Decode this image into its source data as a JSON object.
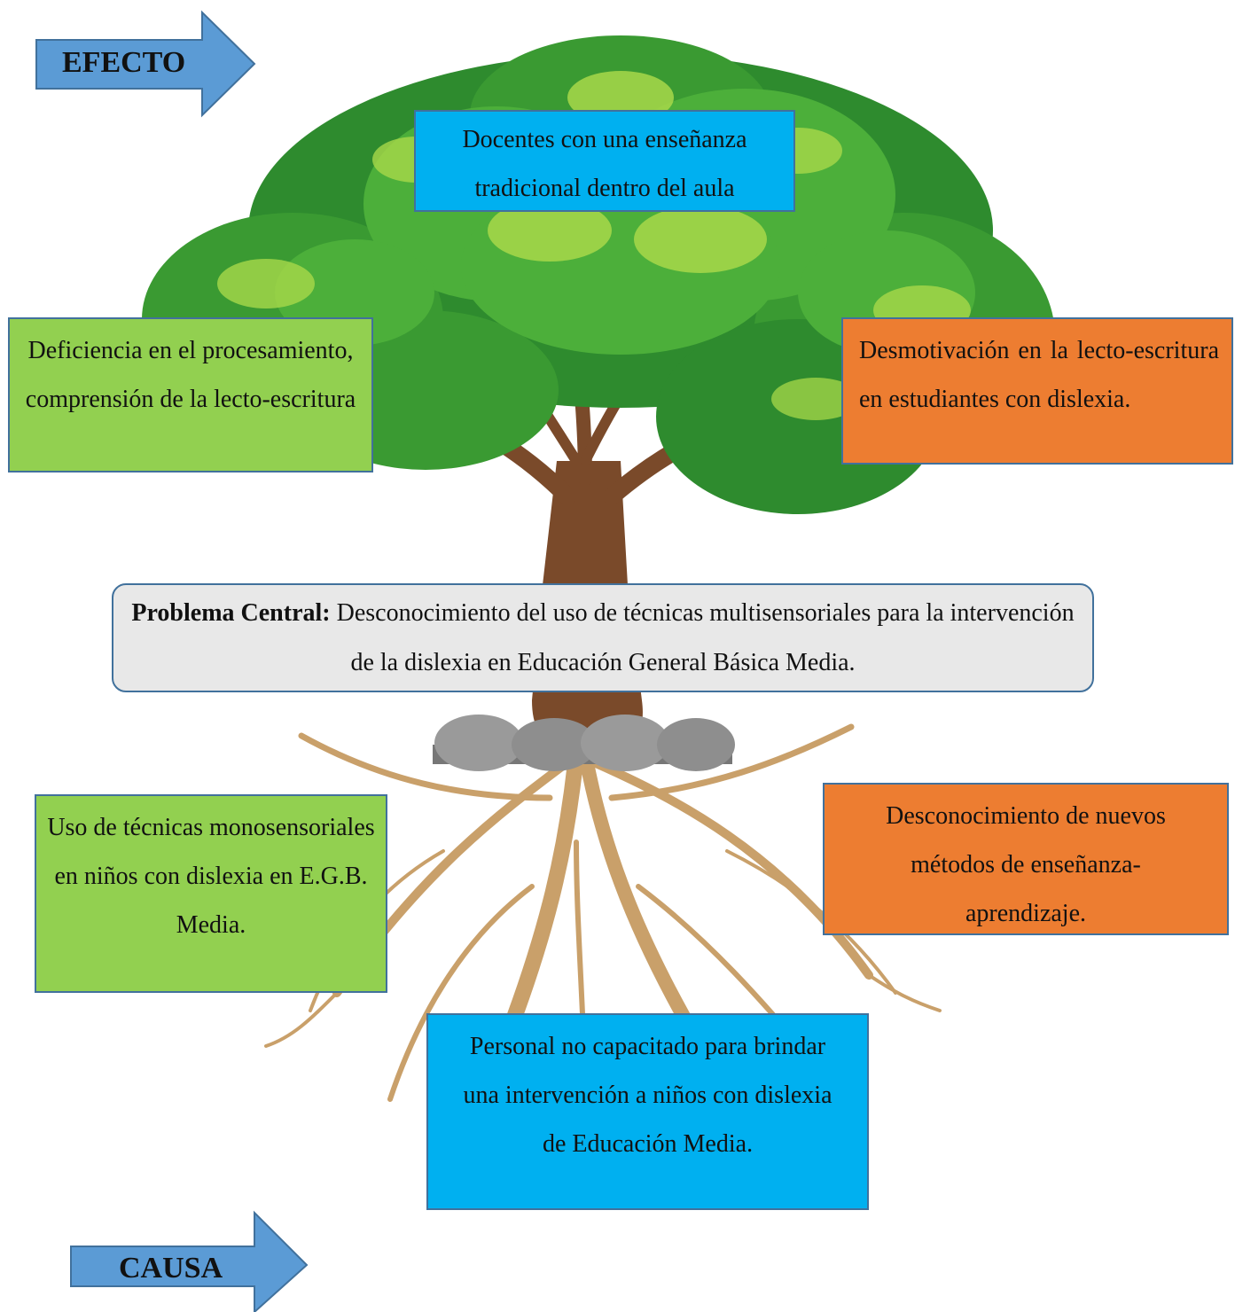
{
  "arrows": {
    "effect": {
      "label": "EFECTO",
      "color": "#5b9bd5"
    },
    "cause": {
      "label": "CAUSA",
      "color": "#5b9bd5"
    }
  },
  "effects": [
    {
      "text": "Docentes con una enseñanza tradicional dentro del aula",
      "color": "#00b0f0"
    },
    {
      "text": "Deficiencia en el procesamiento, comprensión de la lecto-escritura",
      "color": "#92d050"
    },
    {
      "text": "Desmotivación en la lecto-escritura en estudiantes con dislexia.",
      "color": "#ed7d31"
    }
  ],
  "central_problem": {
    "label": "Problema Central:",
    "text": "Desconocimiento del uso de técnicas multisensoriales para la intervención de la dislexia en Educación General Básica Media.",
    "color": "#e8e8e8"
  },
  "causes": [
    {
      "text": "Uso de técnicas monosensoriales en niños con dislexia en E.G.B. Media.",
      "color": "#92d050"
    },
    {
      "text": "Desconocimiento de nuevos métodos de enseñanza-aprendizaje.",
      "color": "#ed7d31"
    },
    {
      "text": "Personal no capacitado para brindar una intervención a niños con dislexia de Educación Media.",
      "color": "#00b0f0"
    }
  ],
  "colors": {
    "foliage_dark": "#2e8b2e",
    "foliage_mid": "#4caf3a",
    "foliage_light": "#a8d84a",
    "trunk": "#7a4a2a",
    "roots": "#c9a06a",
    "stones": "#8e8e8e",
    "box_border": "#41719c"
  }
}
